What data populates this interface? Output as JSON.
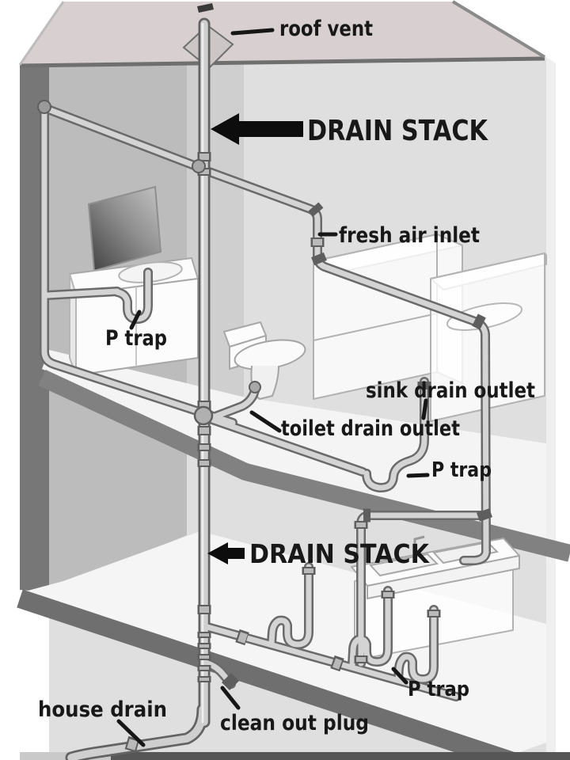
{
  "diagram": {
    "type": "plumbing-drain-stack-cutaway",
    "labels": {
      "roof_vent": "roof vent",
      "drain_stack_upper": "DRAIN STACK",
      "fresh_air_inlet": "fresh air inlet",
      "p_trap_bath": "P trap",
      "sink_drain_outlet": "sink drain outlet",
      "toilet_drain_outlet": "toilet drain outlet",
      "p_trap_sink": "P trap",
      "drain_stack_lower": "DRAIN STACK",
      "p_trap_kitchen": "P trap",
      "house_drain": "house drain",
      "clean_out_plug": "clean out plug"
    },
    "colors": {
      "roof": "#d8cfd0",
      "wall_exterior_dark": "#777777",
      "wall_interior_mid": "#bcbcbc",
      "wall_interior_light": "#dfdfdf",
      "floor_slab_band": "#818181",
      "floor_surface": "#f4f4f4",
      "pipe_fill": "#d4d4d4",
      "pipe_outline": "#6a6a6a",
      "text": "#181818",
      "arrow": "#0d0d0d"
    }
  }
}
